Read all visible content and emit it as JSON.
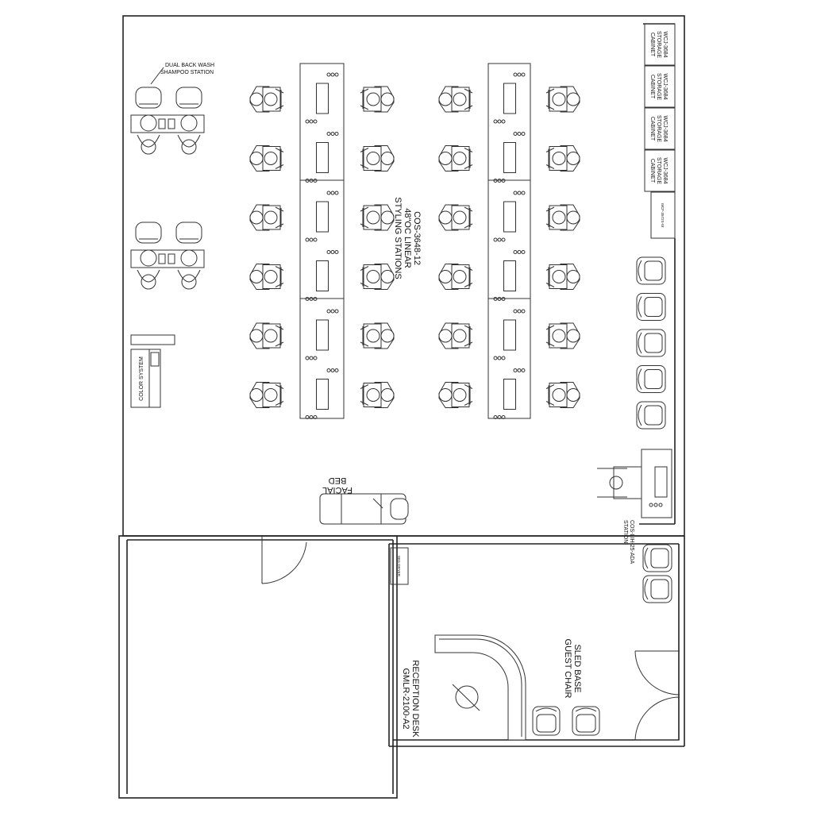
{
  "labels": {
    "shampoo": [
      "DUAL BACK WASH",
      "SHAMPOO STATION"
    ],
    "stations": [
      "COS-3648-12",
      "48\"OC LINEAR",
      "STYLING STATIONS"
    ],
    "color_system": "COLOR SYSTEM",
    "facial_bed": [
      "FACIAL",
      "BED"
    ],
    "ada_station": [
      "COS-LIH-25-ADA",
      "STATION"
    ],
    "wig_dryer": "WIG DRYER",
    "reception_desk": [
      "RECEPTION DESK",
      "GMLR-2100-A2"
    ],
    "guest_chair": [
      "SLED BASE",
      "GUEST CHAIR"
    ],
    "cabinets": [
      [
        "WCJ-3684",
        "STORAGE",
        "CABINET"
      ],
      [
        "WCJ-3684",
        "STORAGE",
        "CABINET"
      ],
      [
        "WCJ-3684",
        "STORAGE",
        "CABINET"
      ],
      [
        "WCJ-3684",
        "STORAGE",
        "CABINET"
      ]
    ],
    "small_cabinet": "WCF-3572S-W"
  },
  "counts": {
    "styling_islands": 2,
    "stations_per_island": 6,
    "waiting_chairs": 5
  },
  "colors": {
    "line": "#222222",
    "background": "#ffffff"
  }
}
